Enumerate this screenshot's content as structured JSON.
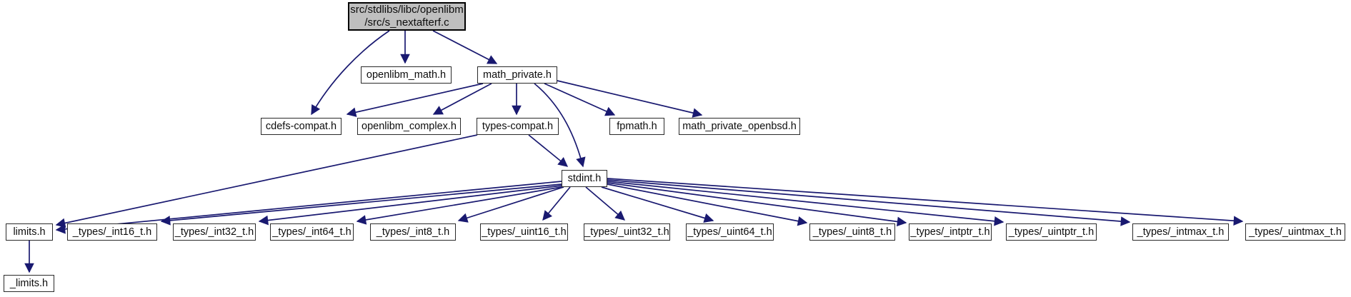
{
  "diagram": {
    "kind": "include-dependency-graph",
    "background_color": "#ffffff",
    "edge_color": "#191970",
    "node_border_color": "#2a2a2a",
    "root_fill_color": "#bfbfbf",
    "nodes": [
      {
        "id": "root",
        "label": "src/stdlibs/libc/openlibm\n/src/s_nextafterf.c",
        "highlighted": true
      },
      {
        "id": "openlibm_math",
        "label": "openlibm_math.h"
      },
      {
        "id": "math_private",
        "label": "math_private.h"
      },
      {
        "id": "cdefs_compat",
        "label": "cdefs-compat.h"
      },
      {
        "id": "openlibm_complex",
        "label": "openlibm_complex.h"
      },
      {
        "id": "types_compat",
        "label": "types-compat.h"
      },
      {
        "id": "fpmath",
        "label": "fpmath.h"
      },
      {
        "id": "math_private_openbsd",
        "label": "math_private_openbsd.h"
      },
      {
        "id": "stdint",
        "label": "stdint.h"
      },
      {
        "id": "limits",
        "label": "limits.h"
      },
      {
        "id": "int16",
        "label": "_types/_int16_t.h"
      },
      {
        "id": "int32",
        "label": "_types/_int32_t.h"
      },
      {
        "id": "int64",
        "label": "_types/_int64_t.h"
      },
      {
        "id": "int8",
        "label": "_types/_int8_t.h"
      },
      {
        "id": "uint16",
        "label": "_types/_uint16_t.h"
      },
      {
        "id": "uint32",
        "label": "_types/_uint32_t.h"
      },
      {
        "id": "uint64",
        "label": "_types/_uint64_t.h"
      },
      {
        "id": "uint8",
        "label": "_types/_uint8_t.h"
      },
      {
        "id": "intptr",
        "label": "_types/_intptr_t.h"
      },
      {
        "id": "uintptr",
        "label": "_types/_uintptr_t.h"
      },
      {
        "id": "intmax",
        "label": "_types/_intmax_t.h"
      },
      {
        "id": "uintmax",
        "label": "_types/_uintmax_t.h"
      },
      {
        "id": "_limits",
        "label": "_limits.h"
      }
    ],
    "edges": [
      {
        "from": "root",
        "to": "openlibm_math"
      },
      {
        "from": "root",
        "to": "math_private"
      },
      {
        "from": "root",
        "to": "cdefs_compat"
      },
      {
        "from": "math_private",
        "to": "cdefs_compat"
      },
      {
        "from": "math_private",
        "to": "openlibm_complex"
      },
      {
        "from": "math_private",
        "to": "types_compat"
      },
      {
        "from": "math_private",
        "to": "fpmath"
      },
      {
        "from": "math_private",
        "to": "math_private_openbsd"
      },
      {
        "from": "math_private",
        "to": "stdint"
      },
      {
        "from": "types_compat",
        "to": "stdint"
      },
      {
        "from": "types_compat",
        "to": "limits"
      },
      {
        "from": "stdint",
        "to": "limits"
      },
      {
        "from": "stdint",
        "to": "int16"
      },
      {
        "from": "stdint",
        "to": "int32"
      },
      {
        "from": "stdint",
        "to": "int64"
      },
      {
        "from": "stdint",
        "to": "int8"
      },
      {
        "from": "stdint",
        "to": "uint16"
      },
      {
        "from": "stdint",
        "to": "uint32"
      },
      {
        "from": "stdint",
        "to": "uint64"
      },
      {
        "from": "stdint",
        "to": "uint8"
      },
      {
        "from": "stdint",
        "to": "intptr"
      },
      {
        "from": "stdint",
        "to": "uintptr"
      },
      {
        "from": "stdint",
        "to": "intmax"
      },
      {
        "from": "stdint",
        "to": "uintmax"
      },
      {
        "from": "limits",
        "to": "_limits"
      }
    ]
  }
}
